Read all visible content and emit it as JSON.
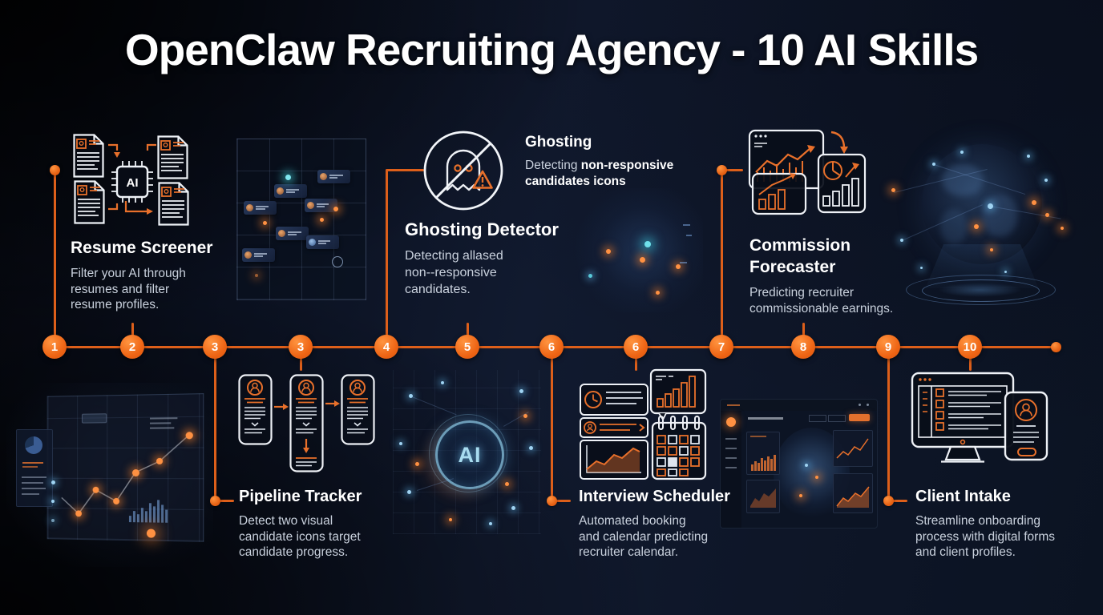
{
  "title": "OpenClaw Recruiting Agency - 10 AI Skills",
  "colors": {
    "accent": "#ee6414",
    "background": "#0c1322",
    "heading": "#ffffff",
    "body_text": "#c9d1dd"
  },
  "timeline": {
    "nodes": [
      "1",
      "2",
      "3",
      "3",
      "4",
      "5",
      "6",
      "6",
      "7",
      "8",
      "9",
      "10"
    ]
  },
  "icons": {
    "resume_screener": "documents-ai-chip-icon",
    "ghosting": "ghost-no-entry-icon",
    "commission_forecaster": "charts-forecast-icon",
    "pipeline_tracker": "candidate-pipeline-icon",
    "interview_scheduler": "calendar-schedule-icon",
    "client_intake": "monitor-profile-icon"
  },
  "skills": {
    "resume_screener": {
      "title": "Resume Screener",
      "description": "Filter your AI through\nresumes and filter\nresume profiles."
    },
    "ghosting": {
      "title": "Ghosting",
      "desc_regular": "Detecting ",
      "desc_bold": "non-responsive\ncandidates icons"
    },
    "ghosting_detector": {
      "title": "Ghosting Detector",
      "description": "Detecting allased\nnon--responsive\ncandidates."
    },
    "commission_forecaster": {
      "title": "Commission\nForecaster",
      "description": "Predicting recruiter\ncommissionable earnings."
    },
    "pipeline_tracker": {
      "title": "Pipeline Tracker",
      "description": "Detect two visual\ncandidate icons target\ncandidate progress."
    },
    "interview_scheduler": {
      "title": "Interview Scheduler",
      "description": "Automated booking\nand calendar predicting\nrecruiter calendar."
    },
    "client_intake": {
      "title": "Client Intake",
      "description": "Streamline onboarding\nprocess with digital forms\nand client profiles."
    }
  },
  "decor": {
    "ai_chip_label": "AI",
    "ai_circle_label": "AI"
  }
}
